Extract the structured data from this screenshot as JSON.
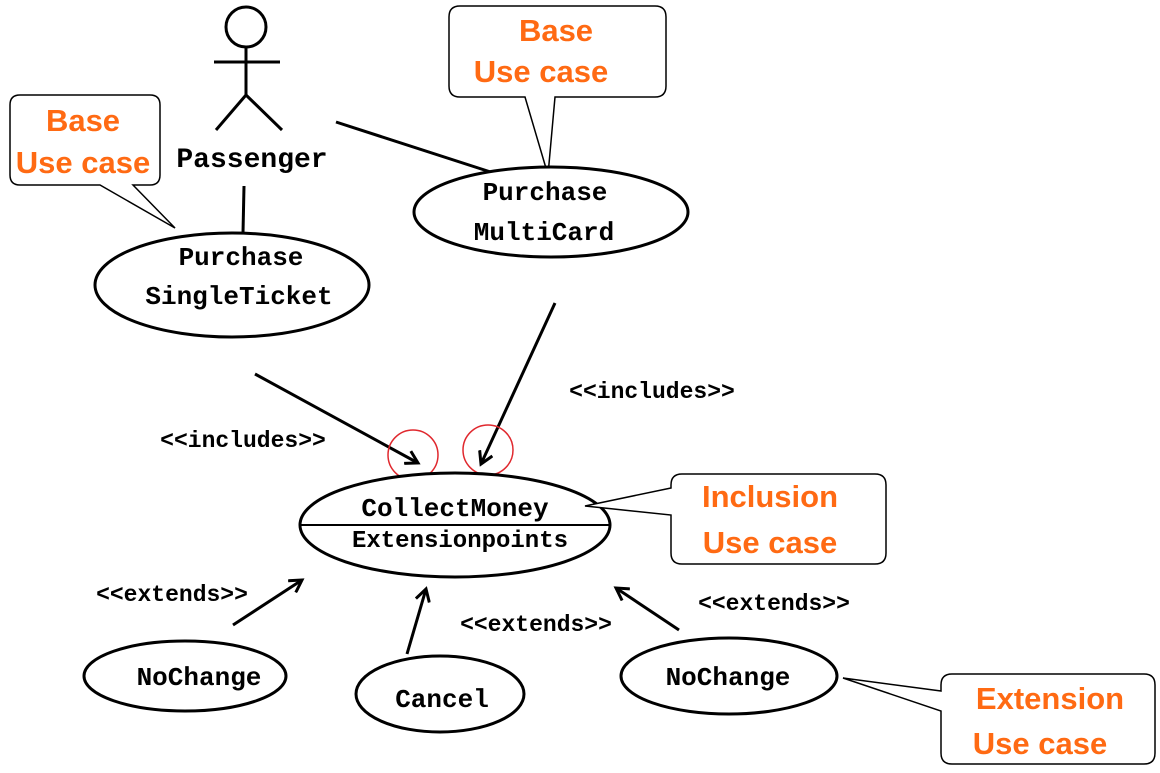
{
  "actor": {
    "name": "Passenger"
  },
  "use_cases": {
    "purchase_single_ticket": {
      "line1": "Purchase",
      "line2": "SingleTicket"
    },
    "purchase_multicard": {
      "line1": "Purchase",
      "line2": "MultiCard"
    },
    "collect_money": {
      "name": "CollectMoney",
      "compartment": "Extensionpoints"
    },
    "no_change_left": {
      "name": "NoChange"
    },
    "cancel": {
      "name": "Cancel"
    },
    "no_change_right": {
      "name": "NoChange"
    }
  },
  "stereotypes": {
    "includes_left": "<<includes>>",
    "includes_right": "<<includes>>",
    "extends_left": "<<extends>>",
    "extends_middle": "<<extends>>",
    "extends_right": "<<extends>>"
  },
  "callouts": {
    "base_left": {
      "line1": "Base",
      "line2": "Use case"
    },
    "base_top": {
      "line1": "Base",
      "line2": "Use case"
    },
    "inclusion": {
      "line1": "Inclusion",
      "line2": "Use case"
    },
    "extension": {
      "line1": "Extension",
      "line2": "Use case"
    }
  },
  "colors": {
    "callout_text": "#ff6a13",
    "highlight_circle": "#e0282e",
    "stroke": "#000000"
  }
}
